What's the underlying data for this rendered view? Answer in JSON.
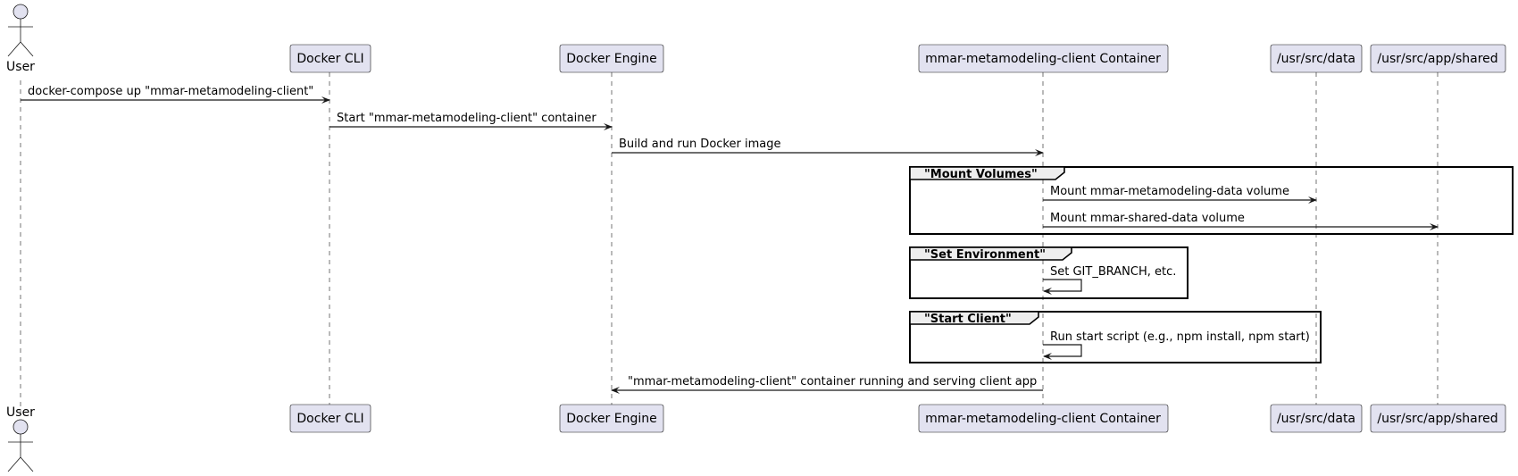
{
  "participants": {
    "user": "User",
    "docker_cli": "Docker CLI",
    "docker_engine": "Docker Engine",
    "client_container": "mmar-metamodeling-client Container",
    "src_data": "/usr/src/data",
    "app_shared": "/usr/src/app/shared"
  },
  "messages": {
    "m1": "docker-compose up \"mmar-metamodeling-client\"",
    "m2": "Start \"mmar-metamodeling-client\" container",
    "m3": "Build and run Docker image",
    "m4": "Mount mmar-metamodeling-data volume",
    "m5": "Mount mmar-shared-data volume",
    "m6": "Set GIT_BRANCH, etc.",
    "m7": "Run start script (e.g., npm install, npm start)",
    "m8": "\"mmar-metamodeling-client\" container running and serving client app"
  },
  "groups": {
    "g1": "\"Mount Volumes\"",
    "g2": "\"Set Environment\"",
    "g3": "\"Start Client\""
  },
  "colors": {
    "participant_fill": "#E2E2F0",
    "line": "#181818",
    "group_tab_fill": "#EEEEEE"
  }
}
